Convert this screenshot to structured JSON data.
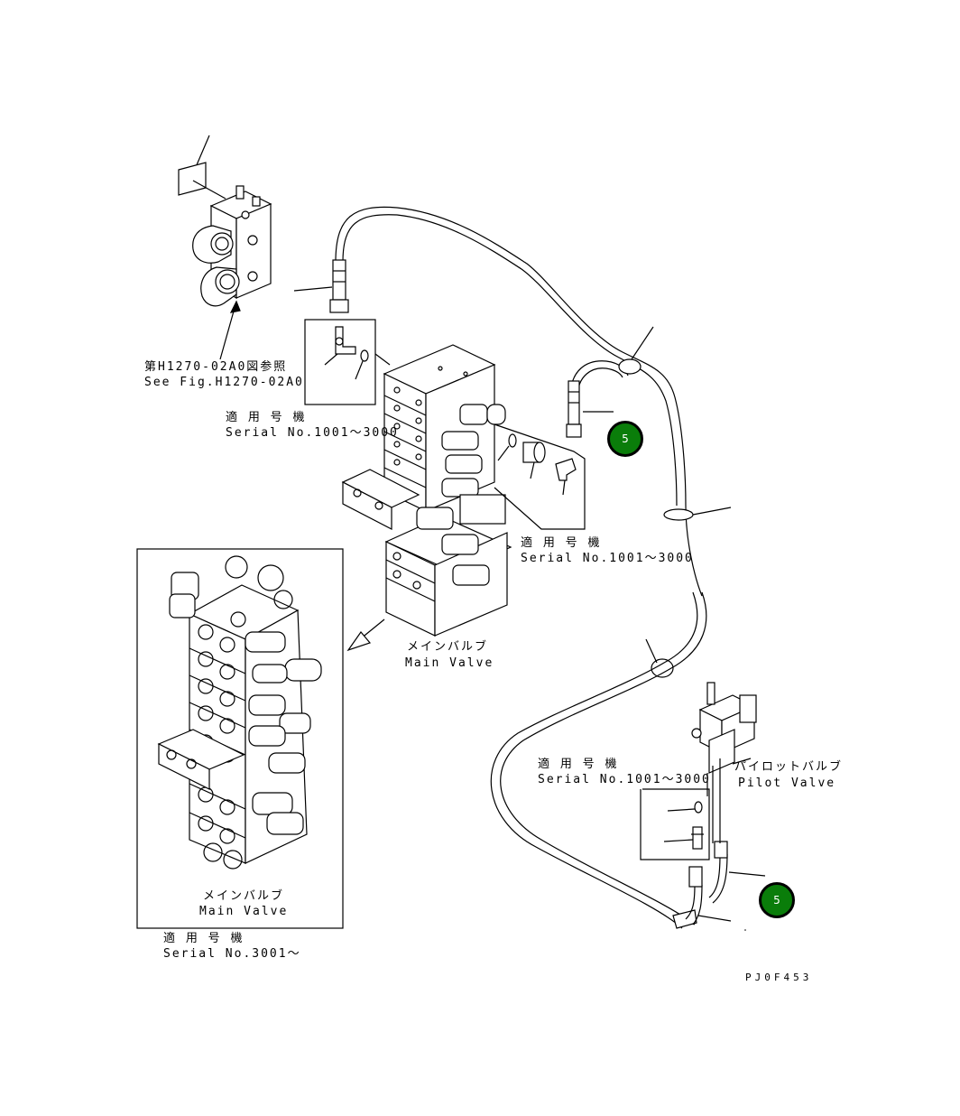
{
  "labels": {
    "ref_jp": "第H1270-02A0図参照",
    "ref_en": "See Fig.H1270-02A0",
    "serial_a_jp": "適 用 号 機",
    "serial_a_en": "Serial No.1001～3000",
    "serial_b_jp": "適 用 号 機",
    "serial_b_en": "Serial No.1001～3000",
    "serial_c_jp": "適 用 号 機",
    "serial_c_en": "Serial No.1001～3000",
    "main_valve_jp": "メインバルブ",
    "main_valve_en": "Main Valve",
    "inset_main_valve_jp": "メインバルブ",
    "inset_main_valve_en": "Main Valve",
    "serial_d_jp": "適 用 号 機",
    "serial_d_en": "Serial No.3001～",
    "pilot_valve_jp": "パイロットバルブ",
    "pilot_valve_en": "Pilot Valve",
    "drawing_code": "PJ0F453"
  },
  "callouts": [
    {
      "label": "5"
    },
    {
      "label": "5"
    }
  ],
  "colors": {
    "callout_fill": "#0a7d0a",
    "line": "#000000"
  }
}
